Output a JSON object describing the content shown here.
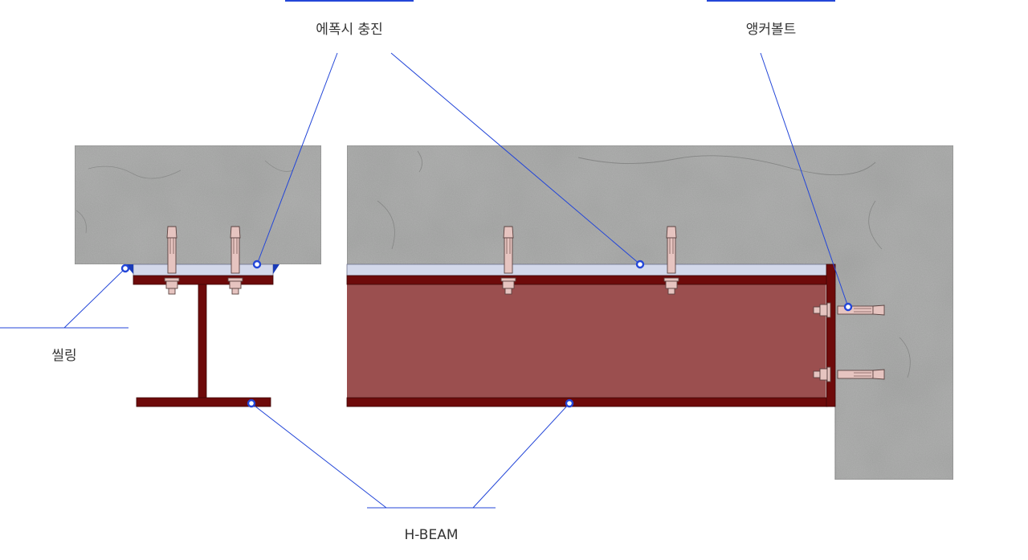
{
  "labels": {
    "epoxy": "에폭시 충진",
    "anchor_bolt": "앵커볼트",
    "sealing": "씰링",
    "h_beam": "H-BEAM"
  },
  "colors": {
    "leader_line": "#2346d8",
    "marker_fill": "#ffffff",
    "steel_dark": "#6e0a0a",
    "steel_face": "#9b4f4f",
    "epoxy_layer": "#d3d8ea",
    "sealant": "#1a3bb8",
    "concrete": "#a9aaa9",
    "bolt": "#e6c4c0",
    "label_text": "#333333"
  }
}
